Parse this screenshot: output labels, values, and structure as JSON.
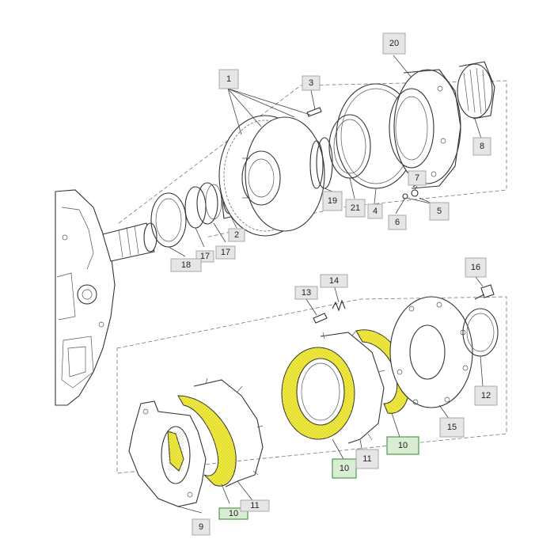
{
  "callouts": [
    {
      "id": "1",
      "text": "1",
      "highlight": false
    },
    {
      "id": "2",
      "text": "2",
      "highlight": false
    },
    {
      "id": "3",
      "text": "3",
      "highlight": false
    },
    {
      "id": "4",
      "text": "4",
      "highlight": false
    },
    {
      "id": "5",
      "text": "5",
      "highlight": false
    },
    {
      "id": "6",
      "text": "6",
      "highlight": false
    },
    {
      "id": "7",
      "text": "7",
      "highlight": false
    },
    {
      "id": "8",
      "text": "8",
      "highlight": false
    },
    {
      "id": "9",
      "text": "9",
      "highlight": false
    },
    {
      "id": "10a",
      "text": "10",
      "highlight": true
    },
    {
      "id": "10b",
      "text": "10",
      "highlight": true
    },
    {
      "id": "10c",
      "text": "10",
      "highlight": true
    },
    {
      "id": "11a",
      "text": "11",
      "highlight": false
    },
    {
      "id": "11b",
      "text": "11",
      "highlight": false
    },
    {
      "id": "12",
      "text": "12",
      "highlight": false
    },
    {
      "id": "13",
      "text": "13",
      "highlight": false
    },
    {
      "id": "14",
      "text": "14",
      "highlight": false
    },
    {
      "id": "15",
      "text": "15",
      "highlight": false
    },
    {
      "id": "16",
      "text": "16",
      "highlight": false
    },
    {
      "id": "17a",
      "text": "17",
      "highlight": false
    },
    {
      "id": "17b",
      "text": "17",
      "highlight": false
    },
    {
      "id": "18",
      "text": "18",
      "highlight": false
    },
    {
      "id": "19",
      "text": "19",
      "highlight": false
    },
    {
      "id": "20",
      "text": "20",
      "highlight": false
    },
    {
      "id": "21",
      "text": "21",
      "highlight": false
    }
  ],
  "colors": {
    "highlight_friction_disc": "#f3ec3a",
    "callout_fill": "#e6e6e6",
    "callout_highlight_fill": "#d9ecd4",
    "callout_highlight_border": "#4f9a4a"
  }
}
